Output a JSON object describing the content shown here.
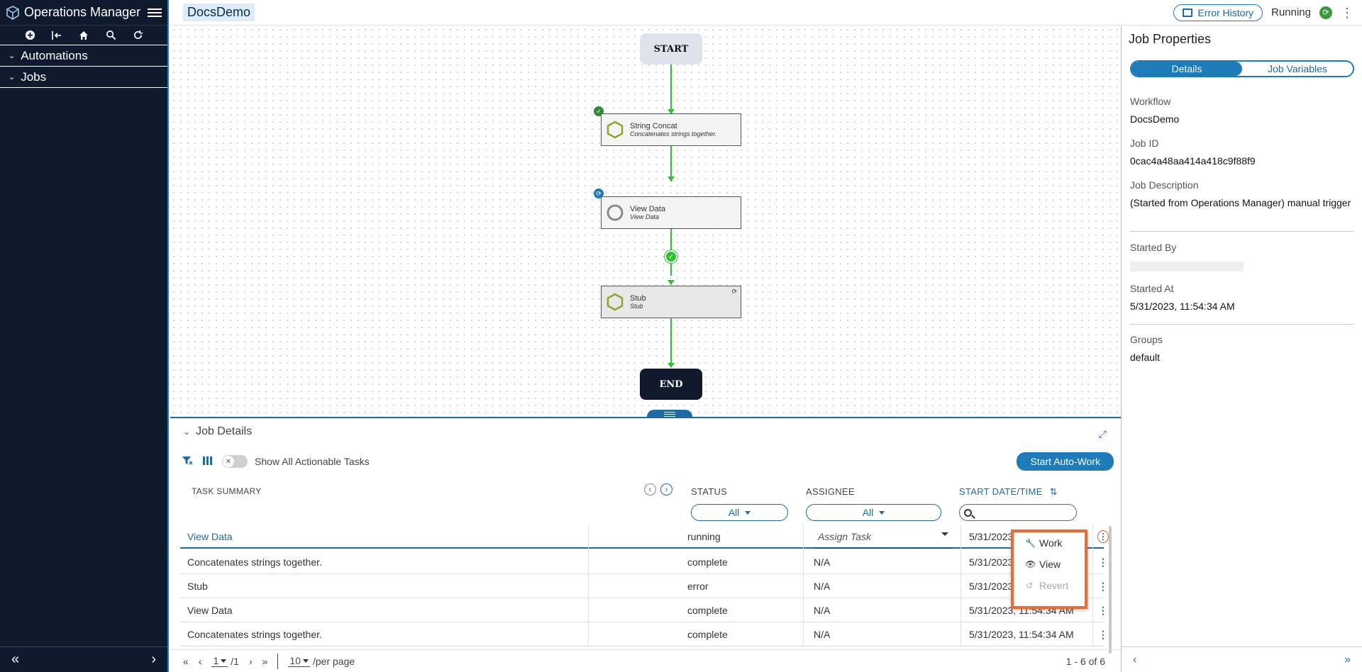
{
  "app": {
    "title": "Operations Manager"
  },
  "sidebar": {
    "sections": [
      {
        "label": "Automations"
      },
      {
        "label": "Jobs"
      }
    ],
    "tools": [
      "add-icon",
      "back-icon",
      "home-icon",
      "search-icon",
      "refresh-icon"
    ]
  },
  "topbar": {
    "workflow_name": "DocsDemo",
    "error_history_label": "Error History",
    "status": "Running"
  },
  "canvas": {
    "start_label": "START",
    "end_label": "END",
    "nodes": [
      {
        "title": "String Concat",
        "desc": "Concatenates strings together."
      },
      {
        "title": "View Data",
        "desc": "View Data"
      },
      {
        "title": "Stub",
        "desc": "Stub"
      }
    ]
  },
  "job_details": {
    "title": "Job Details",
    "toggle_label": "Show All Actionable Tasks",
    "auto_work_label": "Start Auto-Work",
    "columns": {
      "task_summary": "TASK SUMMARY",
      "status": "STATUS",
      "assignee": "ASSIGNEE",
      "start": "START DATE/TIME"
    },
    "filters": {
      "status": "All",
      "assignee": "All"
    },
    "rows": [
      {
        "summary": "View Data",
        "status": "running",
        "assignee": "Assign Task",
        "start": "5/31/2023,"
      },
      {
        "summary": "Concatenates strings together.",
        "status": "complete",
        "assignee": "N/A",
        "start": "5/31/2023,"
      },
      {
        "summary": "Stub",
        "status": "error",
        "assignee": "N/A",
        "start": "5/31/2023,"
      },
      {
        "summary": "View Data",
        "status": "complete",
        "assignee": "N/A",
        "start": "5/31/2023, 11:54:34 AM"
      },
      {
        "summary": "Concatenates strings together.",
        "status": "complete",
        "assignee": "N/A",
        "start": "5/31/2023, 11:54:34 AM"
      }
    ],
    "context_menu": [
      {
        "label": "Work",
        "icon": "wrench-icon",
        "enabled": true
      },
      {
        "label": "View",
        "icon": "eye-icon",
        "enabled": true
      },
      {
        "label": "Revert",
        "icon": "revert-icon",
        "enabled": false
      }
    ],
    "pager": {
      "page": "1",
      "pages": "/1",
      "per_page": "10",
      "per_page_label": "/per page",
      "count": "1 - 6 of 6"
    }
  },
  "job_properties": {
    "title": "Job Properties",
    "tabs": [
      {
        "label": "Details"
      },
      {
        "label": "Job Variables"
      }
    ],
    "fields": {
      "workflow_label": "Workflow",
      "workflow": "DocsDemo",
      "job_id_label": "Job ID",
      "job_id": "0cac4a48aa414a418c9f88f9",
      "desc_label": "Job Description",
      "desc": "(Started from Operations Manager) manual trigger",
      "started_by_label": "Started By",
      "started_at_label": "Started At",
      "started_at": "5/31/2023, 11:54:34 AM",
      "groups_label": "Groups",
      "groups": "default"
    }
  },
  "colors": {
    "accent": "#1c7bb8",
    "sidebar_bg": "#0f1a2e",
    "edge": "#2fbf2f",
    "highlight": "#ee6a35"
  }
}
